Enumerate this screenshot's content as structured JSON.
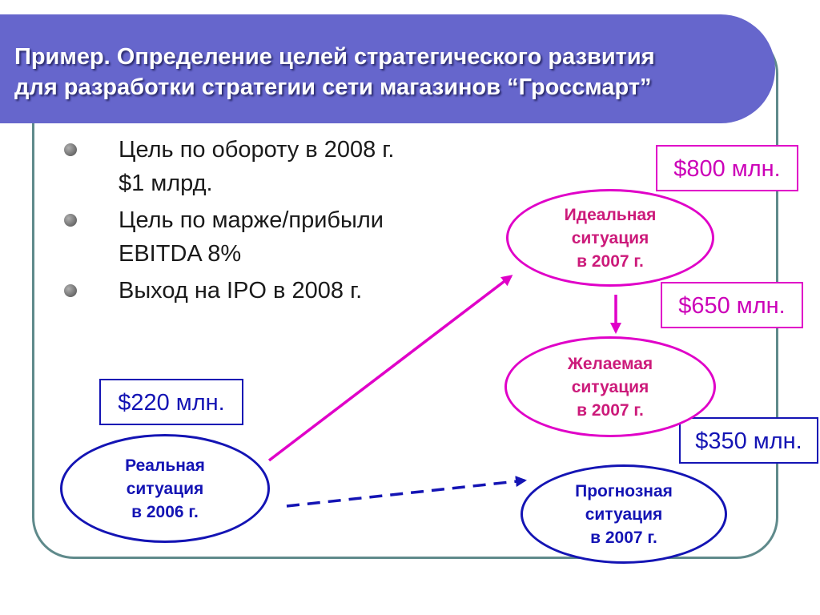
{
  "title": {
    "line1": "Пример. Определение целей стратегического развития",
    "line2": "для разработки стратегии сети магазинов “Гроссмарт”"
  },
  "bullets": [
    "Цель по обороту в 2008 г.\n$1 млрд.",
    "Цель по марже/прибыли\nEBITDA 8%",
    "Выход на IPO в 2008 г."
  ],
  "nodes": {
    "ideal": {
      "label": "Идеальная\nситуация\nв 2007 г.",
      "value": "$800 млн."
    },
    "desired": {
      "label": "Желаемая\nситуация\nв 2007 г.",
      "value": "$650 млн."
    },
    "forecast": {
      "label": "Прогнозная\nситуация\nв 2007 г.",
      "value": "$350 млн."
    },
    "real": {
      "label": "Реальная\nситуация\nв 2006 г.",
      "value": "$220 млн."
    }
  },
  "colors": {
    "title_bar": "#6666cc",
    "frame": "#5f8a8b",
    "magenta": "#e000c8",
    "blue": "#1414b4"
  }
}
